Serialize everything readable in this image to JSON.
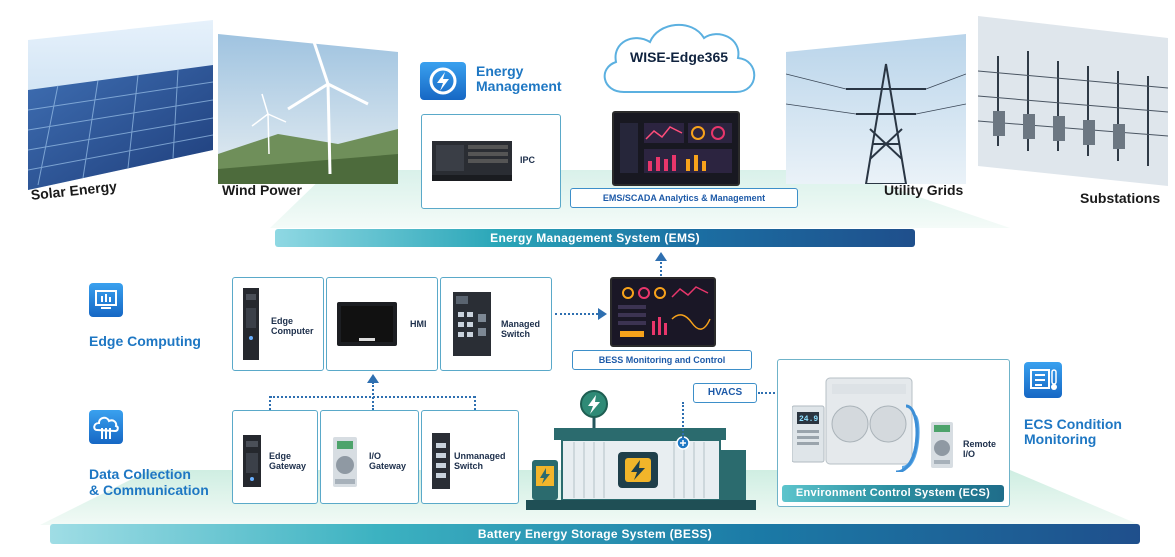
{
  "energy_sources": {
    "solar": "Solar Energy",
    "wind": "Wind Power",
    "grid": "Utility Grids",
    "substation": "Substations"
  },
  "ems": {
    "title": "Energy\nManagement",
    "cloud": "WISE-Edge365",
    "ipc_label": "IPC",
    "scada_label": "EMS/SCADA Analytics & Management",
    "bar_label": "Energy Management System (EMS)"
  },
  "edge": {
    "title": "Edge Computing",
    "edge_computer": "Edge\nComputer",
    "hmi": "HMI",
    "managed_switch": "Managed\nSwitch",
    "bess_monitor": "BESS Monitoring and Control"
  },
  "data_collection": {
    "title": "Data Collection\n& Communication",
    "edge_gateway": "Edge\nGateway",
    "io_gateway": "I/O\nGateway",
    "unmanaged_switch": "Unmanaged\nSwitch"
  },
  "ecs": {
    "title": "ECS Condition\nMonitoring",
    "hvacs": "HVACS",
    "remote_io": "Remote\nI/O",
    "bar_label": "Environment Control System (ECS)",
    "hvac_display": "24.9"
  },
  "bess": {
    "bar_label": "Battery Energy Storage System (BESS)"
  }
}
